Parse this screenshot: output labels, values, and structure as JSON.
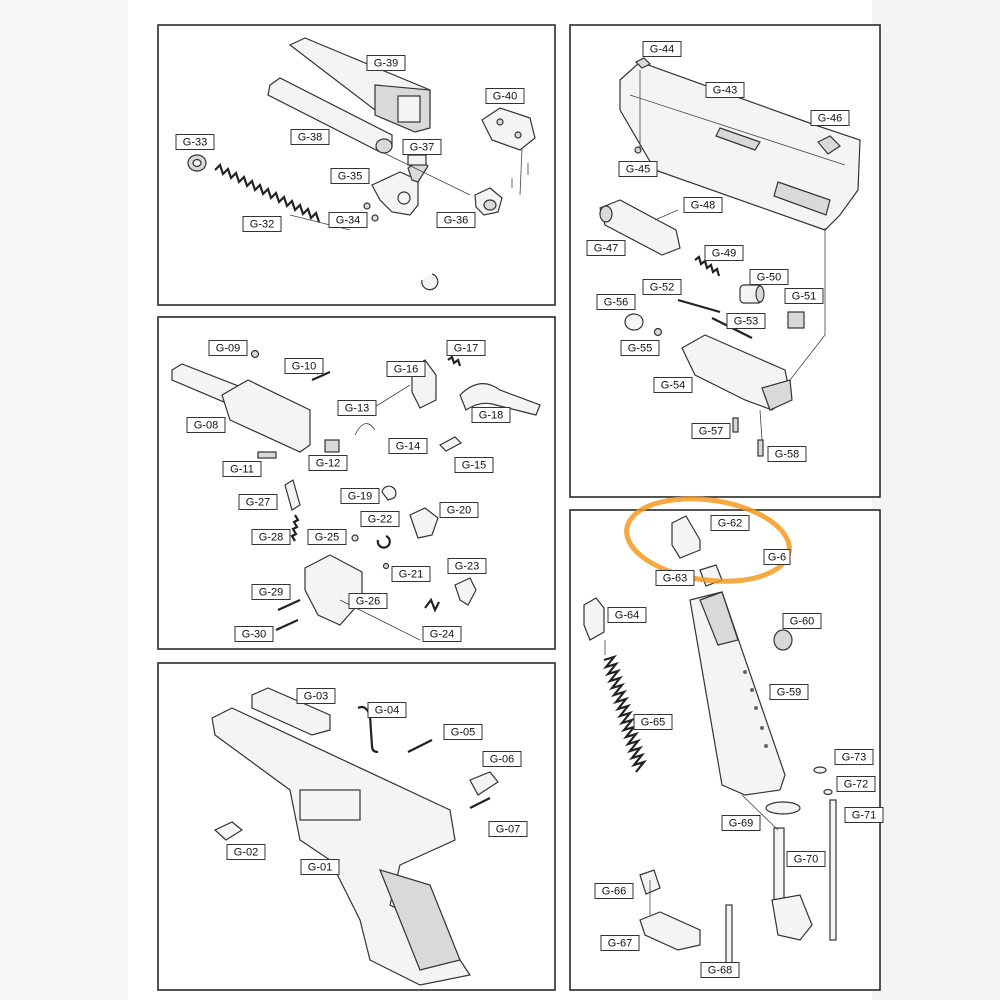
{
  "panels": [
    {
      "id": "barrel-assembly"
    },
    {
      "id": "slide-assembly"
    },
    {
      "id": "trigger-assembly"
    },
    {
      "id": "magazine-assembly"
    },
    {
      "id": "frame-assembly"
    }
  ],
  "labels": [
    "G-01",
    "G-02",
    "G-03",
    "G-04",
    "G-05",
    "G-06",
    "G-07",
    "G-08",
    "G-09",
    "G-10",
    "G-11",
    "G-12",
    "G-13",
    "G-14",
    "G-15",
    "G-16",
    "G-17",
    "G-18",
    "G-19",
    "G-20",
    "G-21",
    "G-22",
    "G-23",
    "G-24",
    "G-25",
    "G-26",
    "G-27",
    "G-28",
    "G-29",
    "G-30",
    "G-32",
    "G-33",
    "G-34",
    "G-35",
    "G-36",
    "G-37",
    "G-38",
    "G-39",
    "G-40",
    "G-43",
    "G-44",
    "G-45",
    "G-46",
    "G-47",
    "G-48",
    "G-49",
    "G-50",
    "G-51",
    "G-52",
    "G-53",
    "G-54",
    "G-55",
    "G-56",
    "G-57",
    "G-58",
    "G-59",
    "G-60",
    "G-6",
    "G-62",
    "G-63",
    "G-64",
    "G-65",
    "G-66",
    "G-67",
    "G-68",
    "G-69",
    "G-70",
    "G-71",
    "G-72",
    "G-73"
  ],
  "highlight": {
    "color": "#f39a1e",
    "target": "G-62"
  }
}
